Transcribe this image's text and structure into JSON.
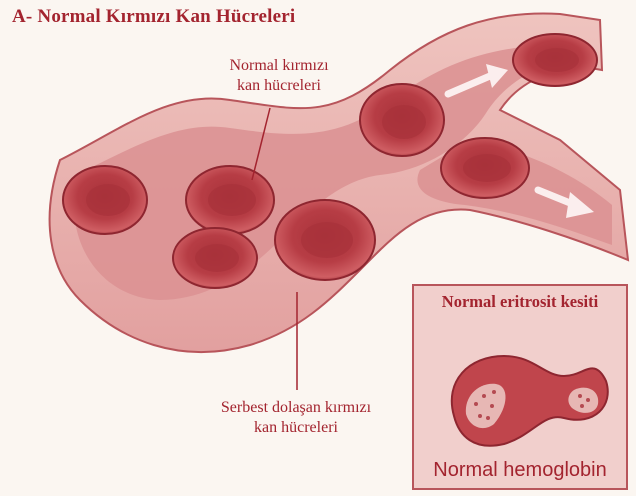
{
  "title": "A- Normal Kırmızı Kan Hücreleri",
  "labels": {
    "top": [
      "Normal kırmızı",
      "kan hücreleri"
    ],
    "bottom": [
      "Serbest dolaşan kırmızı",
      "kan hücreleri"
    ]
  },
  "inset": {
    "title": "Normal eritrosit kesiti",
    "footer": "Normal hemoglobin"
  },
  "colors": {
    "accent": "#a3242f",
    "vessel_outer": "#e9b7b3",
    "vessel_inner": "#d9878a",
    "cell_fill": "#c0454c",
    "cell_center": "#a8323a",
    "inset_bg": "#f1cfcc"
  }
}
